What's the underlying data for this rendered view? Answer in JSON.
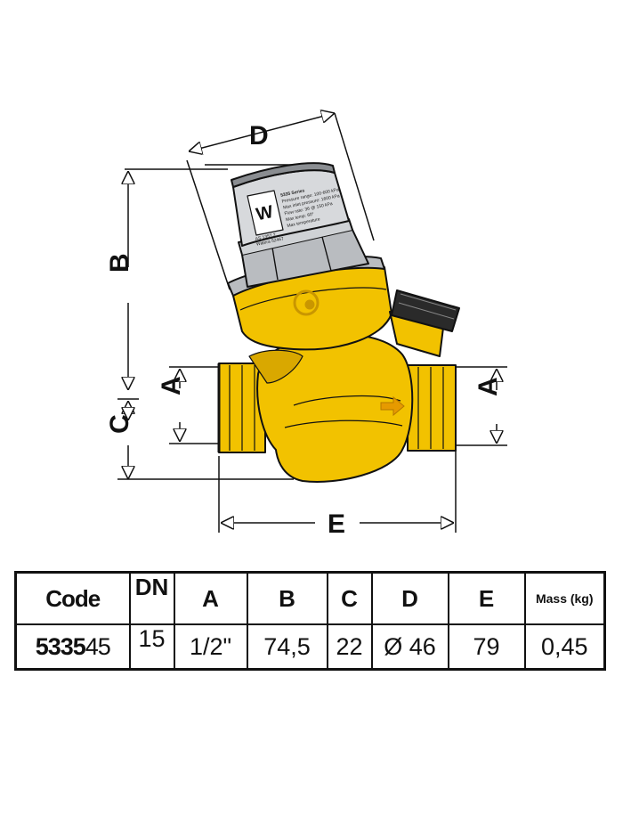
{
  "diagram": {
    "dimension_labels": {
      "d": "D",
      "b": "B",
      "a_left": "A",
      "c": "C",
      "a_right": "A",
      "e": "E"
    },
    "nameplate": {
      "logo": "W",
      "series": "5335 Series",
      "lines": [
        "Pressure range: 100-600 kPa",
        "Max inlet pressure:  1600 kPa",
        "Flow rate:          36 @ 150 kPa",
        "Max temp:           60°",
        "Max temperature"
      ],
      "bottom_left": [
        "AS 1357.2",
        "Watera 52467"
      ]
    },
    "colors": {
      "body": "#f2c200",
      "body_shade": "#d9a800",
      "cap": "#b9bcc0",
      "outline": "#111111",
      "arrow": "#e69a00"
    },
    "icons": [
      "caleffi-logo-icon",
      "flow-arrow-icon"
    ]
  },
  "table": {
    "headers": {
      "code": "Code",
      "dn": "DN",
      "a": "A",
      "b": "B",
      "c": "C",
      "d": "D",
      "e": "E",
      "mass": "Mass (kg)"
    },
    "row": {
      "code_bold": "5335",
      "code_light": "45",
      "dn": "15",
      "a": "1/2\"",
      "b": "74,5",
      "c": "22",
      "d": "Ø 46",
      "e": "79",
      "mass": "0,45"
    }
  }
}
